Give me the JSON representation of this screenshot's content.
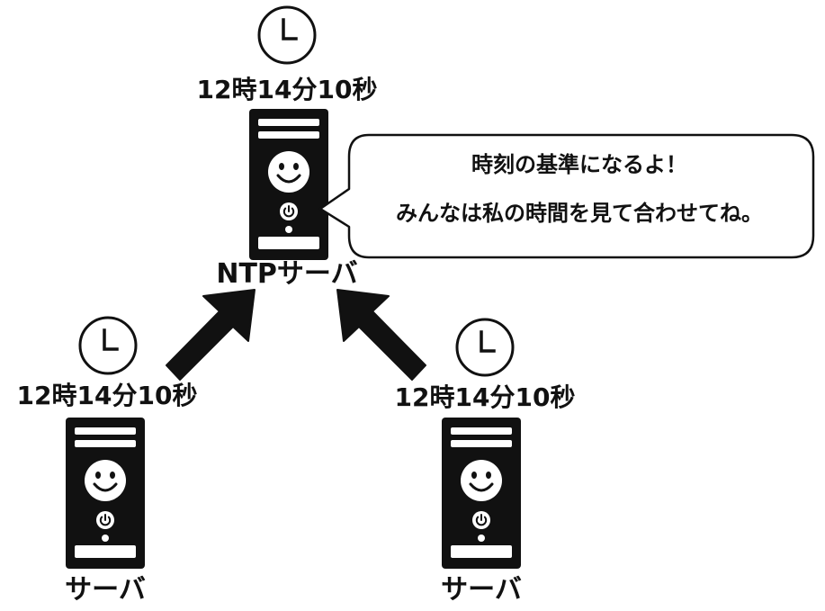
{
  "ntp_server": {
    "time": "12時14分10秒",
    "name": "NTPサーバ",
    "speech_line1": "時刻の基準になるよ！",
    "speech_line2": "みんなは私の時間を見て合わせてね。"
  },
  "client_left": {
    "time": "12時14分10秒",
    "name": "サーバ"
  },
  "client_right": {
    "time": "12時14分10秒",
    "name": "サーバ"
  },
  "icons": {
    "clock": "clock-icon",
    "face": "smiley-face-icon",
    "power": "power-icon",
    "arrow": "arrow-up-icon"
  },
  "colors": {
    "server": "#111111",
    "background": "#ffffff"
  }
}
